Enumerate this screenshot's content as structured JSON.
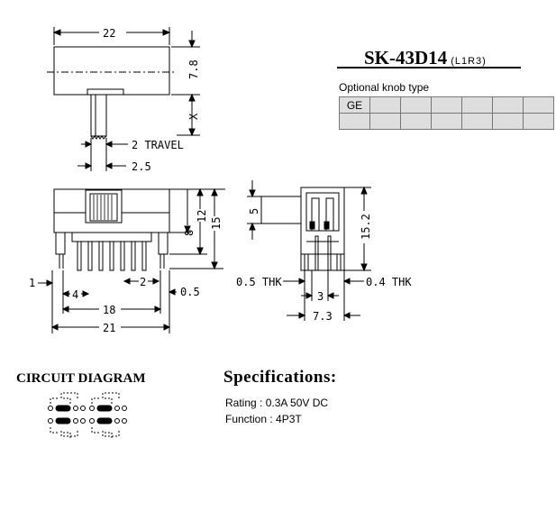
{
  "model": {
    "name": "SK-43D14",
    "variant": "(L1R3)"
  },
  "knob": {
    "label": "Optional knob type",
    "cells": [
      "GE",
      "",
      "",
      "",
      "",
      "",
      "",
      "",
      "",
      "",
      "",
      "",
      "",
      ""
    ]
  },
  "top_view": {
    "width_label": "22",
    "height_label": "7.8",
    "stem_label": "X",
    "travel_label": "2 TRAVEL",
    "offset_label": "2.5"
  },
  "front_view": {
    "d1": "1",
    "d4": "4",
    "d2": "2",
    "d05": "0.5",
    "d18": "18",
    "d21": "21",
    "d8": "8",
    "d12": "12",
    "d15": "15"
  },
  "side_view": {
    "d5": "5",
    "d152": "15.2",
    "thk_left": "0.5 THK",
    "thk_right": "0.4 THK",
    "d3": "3",
    "d73": "7.3"
  },
  "circuit": {
    "title": "CIRCUIT DIAGRAM"
  },
  "specs": {
    "title": "Specifications:",
    "rating": "Rating : 0.3A  50V  DC",
    "function": "Function : 4P3T"
  }
}
